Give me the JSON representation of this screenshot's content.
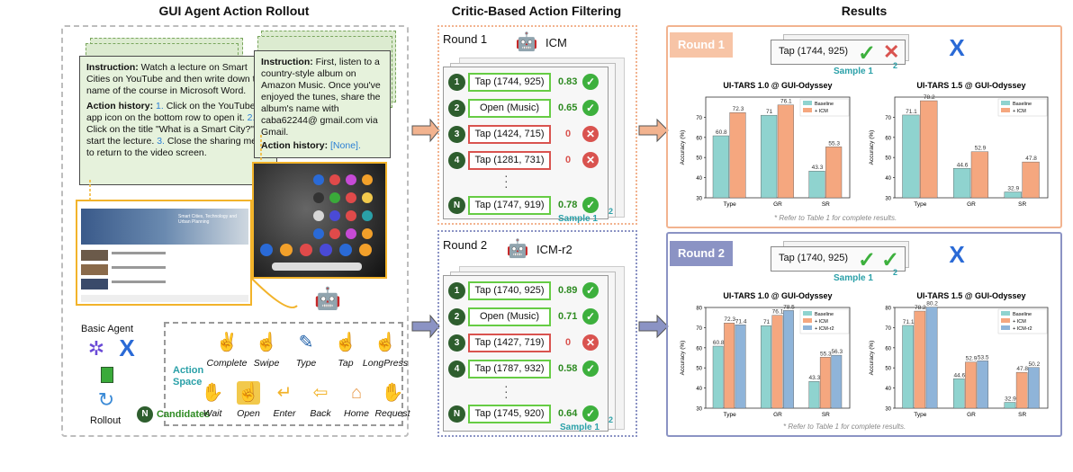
{
  "titles": {
    "rollout": "GUI Agent Action Rollout",
    "filtering": "Critic-Based Action Filtering",
    "results": "Results"
  },
  "rollout": {
    "instruction1": {
      "label": "Instruction:",
      "text": " Watch a lecture on Smart Cities on YouTube and then write down the name of the course in Microsoft Word.",
      "history_label": "Action history:",
      "h1n": " 1.",
      "h1": " Click on the YouTube app icon on the bottom row to open it.",
      "h2n": " 2.",
      "h2": " Click on the title \"What is a Smart City?\" to start the lecture.",
      "h3n": " 3.",
      "h3": " Close the sharing menu to return to the video screen."
    },
    "instruction2": {
      "label": "Instruction:",
      "text": " First, listen to a country-style album on Amazon Music. Once you've enjoyed the tunes, share the album's name with caba62244@ gmail.com via Gmail.",
      "history_label": "Action history:",
      "history": " [None]."
    },
    "basic_agent": "Basic Agent",
    "rollout_label": "Rollout",
    "action_space": "Action Space",
    "candidates_circle": "N",
    "candidates": "Candidates",
    "actions_row1": [
      "Complete",
      "Swipe",
      "Type",
      "Tap",
      "LongPress"
    ],
    "actions_row2": [
      "Wait",
      "Open",
      "Enter",
      "Back",
      "Home",
      "Request"
    ],
    "screen_text": "Smart Cities, Technology and Urban Planning"
  },
  "round1": {
    "label": "Round 1",
    "critic": "ICM",
    "rows": [
      {
        "n": "1",
        "action": "Tap (1744, 925)",
        "score": "0.83",
        "ok": true
      },
      {
        "n": "2",
        "action": "Open (Music)",
        "score": "0.65",
        "ok": true
      },
      {
        "n": "3",
        "action": "Tap (1424, 715)",
        "score": "0",
        "ok": false
      },
      {
        "n": "4",
        "action": "Tap (1281, 731)",
        "score": "0",
        "ok": false
      },
      {
        "n": "N",
        "action": "Tap (1747, 919)",
        "score": "0.78",
        "ok": true
      }
    ],
    "sample": "Sample 1",
    "sub": "2"
  },
  "round2": {
    "label": "Round 2",
    "critic": "ICM-r2",
    "rows": [
      {
        "n": "1",
        "action": "Tap (1740, 925)",
        "score": "0.89",
        "ok": true
      },
      {
        "n": "2",
        "action": "Open (Music)",
        "score": "0.71",
        "ok": true
      },
      {
        "n": "3",
        "action": "Tap (1427, 719)",
        "score": "0",
        "ok": false
      },
      {
        "n": "4",
        "action": "Tap (1787, 932)",
        "score": "0.58",
        "ok": true
      },
      {
        "n": "N",
        "action": "Tap (1745, 920)",
        "score": "0.64",
        "ok": true
      }
    ],
    "sample": "Sample 1",
    "sub": "2"
  },
  "results": {
    "r1": {
      "label": "Round 1",
      "tap": "Tap (1744, 925)",
      "sample": "Sample 1",
      "sub": "2",
      "note": "* Refer to Table 1 for complete results."
    },
    "r2": {
      "label": "Round 2",
      "tap": "Tap (1740, 925)",
      "sample": "Sample 1",
      "sub": "2",
      "note": "* Refer to Table 1 for complete results."
    }
  },
  "colors": {
    "baseline": "#8fd3cf",
    "icm": "#f5a77f",
    "icm_r2": "#8fb4d9",
    "round1_accent": "#f2b38f",
    "round2_accent": "#8b93c4"
  },
  "chart_data": [
    {
      "type": "bar",
      "title": "UI-TARS 1.0 @ GUI-Odyssey",
      "categories": [
        "Type",
        "GR",
        "SR"
      ],
      "ylabel": "Accuracy (%)",
      "ylim": [
        30,
        80
      ],
      "yticks": [
        30,
        40,
        50,
        60,
        70
      ],
      "series": [
        {
          "name": "Baseline",
          "values": [
            60.8,
            71.0,
            43.3
          ]
        },
        {
          "name": "+ ICM",
          "values": [
            72.3,
            76.1,
            55.3
          ]
        }
      ]
    },
    {
      "type": "bar",
      "title": "UI-TARS 1.5 @ GUI-Odyssey",
      "categories": [
        "Type",
        "GR",
        "SR"
      ],
      "ylabel": "Accuracy (%)",
      "ylim": [
        30,
        80
      ],
      "yticks": [
        30,
        40,
        50,
        60,
        70
      ],
      "series": [
        {
          "name": "Baseline",
          "values": [
            71.1,
            44.6,
            32.9
          ]
        },
        {
          "name": "+ ICM",
          "values": [
            78.2,
            52.9,
            47.8
          ]
        }
      ]
    },
    {
      "type": "bar",
      "title": "UI-TARS 1.0 @ GUI-Odyssey",
      "categories": [
        "Type",
        "GR",
        "SR"
      ],
      "ylabel": "Accuracy (%)",
      "ylim": [
        30,
        80
      ],
      "yticks": [
        30,
        40,
        50,
        60,
        70,
        80
      ],
      "series": [
        {
          "name": "Baseline",
          "values": [
            60.8,
            71.0,
            43.3
          ]
        },
        {
          "name": "+ ICM",
          "values": [
            72.3,
            76.1,
            55.3
          ]
        },
        {
          "name": "+ ICM-r2",
          "values": [
            71.4,
            78.5,
            56.3
          ]
        }
      ]
    },
    {
      "type": "bar",
      "title": "UI-TARS 1.5 @ GUI-Odyssey",
      "categories": [
        "Type",
        "GR",
        "SR"
      ],
      "ylabel": "Accuracy (%)",
      "ylim": [
        30,
        80
      ],
      "yticks": [
        30,
        40,
        50,
        60,
        70,
        80
      ],
      "series": [
        {
          "name": "Baseline",
          "values": [
            71.1,
            44.6,
            32.9
          ]
        },
        {
          "name": "+ ICM",
          "values": [
            78.2,
            52.9,
            47.8
          ]
        },
        {
          "name": "+ ICM-r2",
          "values": [
            80.2,
            53.5,
            50.2
          ]
        }
      ]
    }
  ]
}
